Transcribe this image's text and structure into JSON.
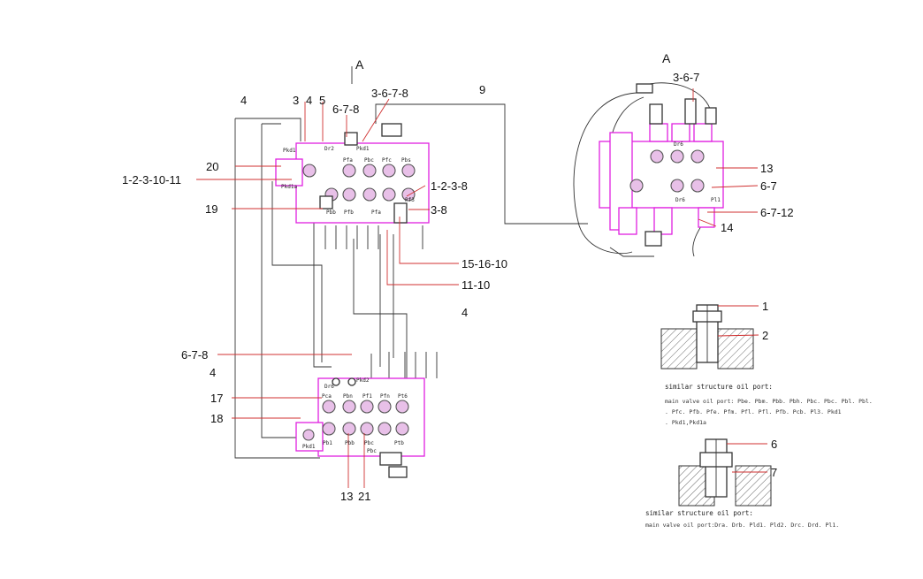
{
  "labels": {
    "view_a_top": "A",
    "view_a_right": "A",
    "l_4_top": "4",
    "l_3": "3",
    "l_4b": "4",
    "l_5": "5",
    "l_678_a": "6-7-8",
    "l_3678_top": "3-6-7-8",
    "l_9": "9",
    "l_20": "20",
    "l_1231011": "1-2-3-10-11",
    "l_19": "19",
    "l_1238": "1-2-3-8",
    "l_38": "3-8",
    "l_151610": "15-16-10",
    "l_1110": "11-10",
    "l_4_mid": "4",
    "l_678_b": "6-7-8",
    "l_4_left": "4",
    "l_17": "17",
    "l_18": "18",
    "l_13_bottom": "13",
    "l_21": "21",
    "l_367_right": "3-6-7",
    "l_13_right": "13",
    "l_67_right": "6-7",
    "l_6712": "6-7-12",
    "l_14": "14",
    "l_1": "1",
    "l_2": "2",
    "l_6": "6",
    "l_7": "7"
  },
  "ports": {
    "upper": [
      "Pkd1",
      "Pkd1a",
      "Dr2",
      "Pkd1",
      "Pfa",
      "Pbc",
      "Pfc",
      "Pbs",
      "Pbb",
      "Pfb",
      "Pfa",
      "Pf3"
    ],
    "lower": [
      "Dr6",
      "Pkd2",
      "Pca",
      "Pbn",
      "Pf1",
      "Pfn",
      "Pt6",
      "Pb1",
      "Pbb",
      "Pbc",
      "Pkd1",
      "Pbc",
      "Ptb"
    ],
    "right": [
      "Dr6",
      "Dr6",
      "Pl1"
    ]
  },
  "notes": {
    "title_1": "similar structure oil port:",
    "body_1": [
      "main valve oil port: Pbe. Pbm. Pbb. Pbh. Pbc. Pbc. Pbl. Pbl.",
      ". Pfc. Pfb. Pfe. Pfm. Pfl. Pfl. Pfb. Pcb. Pl3. Pkd1",
      ". Pkd1,Pkd1a"
    ],
    "title_2": "similar structure oil port:",
    "body_2": "main valve oil port:Dra. Drb. Pld1. Pld2. Drc. Drd. Pl1."
  }
}
